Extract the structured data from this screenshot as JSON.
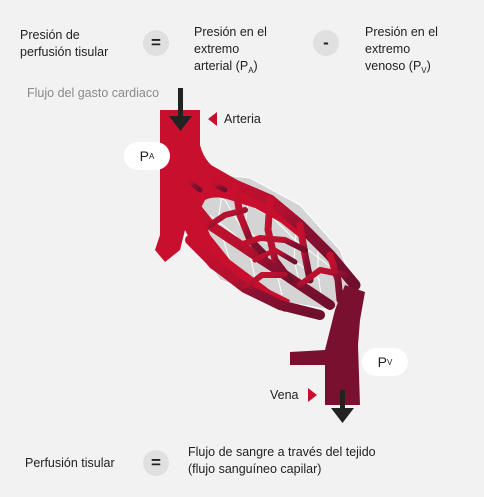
{
  "equation_top": {
    "lhs_line1": "Presión de",
    "lhs_line2": "perfusión tisular",
    "equals_symbol": "=",
    "arterial_line1": "Presión en el",
    "arterial_line2": "extremo",
    "arterial_line3_prefix": "arterial (P",
    "arterial_line3_sub": "A",
    "arterial_line3_suffix": ")",
    "minus_symbol": "-",
    "venous_line1": "Presión en el",
    "venous_line2": "extremo",
    "venous_line3_prefix": "venoso (P",
    "venous_line3_sub": "V",
    "venous_line3_suffix": ")"
  },
  "diagram": {
    "flow_label": "Flujo del gasto cardiaco",
    "artery_label": "Arteria",
    "vein_label": "Vena",
    "pa_main": "P",
    "pa_sub": "A",
    "pv_main": "P",
    "pv_sub": "V"
  },
  "equation_bottom": {
    "lhs": "Perfusión tisular",
    "equals_symbol": "=",
    "rhs_line1": "Flujo de sangre a través del tejido",
    "rhs_line2": "(flujo sanguíneo capilar)"
  },
  "colors": {
    "artery": "#c8102e",
    "vein": "#7a1030",
    "background": "#f2f2f2",
    "tissue": "#d8d8d8",
    "arrow": "#222222"
  }
}
